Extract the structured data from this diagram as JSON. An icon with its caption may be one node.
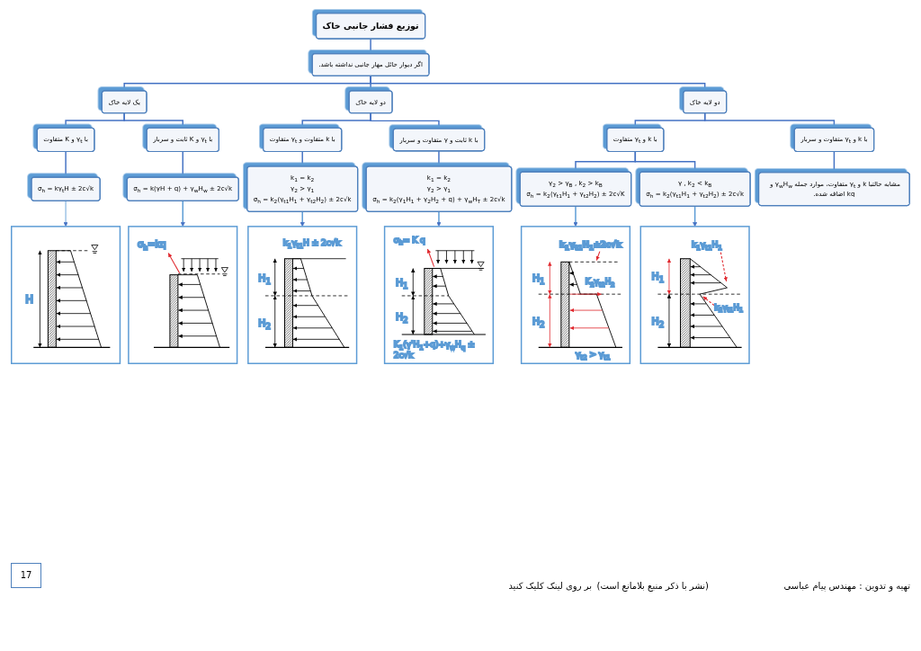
{
  "diagram": {
    "nodes": [
      {
        "text": [
          "توزیع فشار جانبی خاک"
        ]
      },
      {
        "text": [
          "اگر دیوار حائل مهار جانبی نداشته باشد."
        ]
      },
      {
        "text": [
          "یک لایه خاک"
        ]
      },
      {
        "text": [
          "دو لایه خاک"
        ]
      },
      {
        "text": [
          "دو لایه خاک"
        ]
      },
      {
        "text": [
          "با γ$_{t}$ و K متفاوت"
        ]
      },
      {
        "text": [
          "با γ$_{t}$ و K ثابت و سربار"
        ]
      },
      {
        "text": [
          "با k متفاوت و γ$_{t}$ متفاوت"
        ]
      },
      {
        "text": [
          "با k ثابت و γ متفاوت و سربار"
        ]
      },
      {
        "text": [
          "با k و γ$_{t}$ متفاوت"
        ]
      },
      {
        "text": [
          "با k و γ$_{t}$ متفاوت و سربار"
        ]
      },
      {
        "text": [
          "σ$_{h}$ = kγ$_{t}$H ± 2c√k"
        ]
      },
      {
        "text": [
          "σ$_{h}$ = k(γH + q) + γ$_{w}$H$_{w}$ ± 2c√k"
        ]
      },
      {
        "text": [
          "k$_{1}$ = k$_{2}$",
          "γ$_{2}$ > γ$_{1}$",
          "σ$_{h}$ = k$_{2}$(γ$_{t1}$H$_{1}$ + γ$_{t2}$H$_{2}$) ± 2c√k"
        ]
      },
      {
        "text": [
          "k$_{1}$ = k$_{2}$",
          "γ$_{2}$ > γ$_{1}$",
          "σ$_{h}$ = k$_{2}$(γ$_{1}$H$_{1}$ + γ$_{2}$H$_{2}$ + q) + γ$_{w}$H$_{T}$ ± 2c√k"
        ]
      },
      {
        "text": [
          "γ$_{2}$ > γ$_{B}$ , k$_{2}$ > k$_{B}$",
          "σ$_{h}$ = k$_{2}$(γ$_{t1}$H$_{1}$ + γ$_{t2}$H$_{2}$) ± 2c√K"
        ]
      },
      {
        "text": [
          "γ , k$_{2}$ < k$_{B}$",
          "σ$_{h}$ = k$_{2}$(γ$_{t1}$H$_{1}$ + γ$_{t2}$H$_{2}$) ± 2c√k"
        ]
      },
      {
        "text": [
          "مشابه حالتبا k و γ$_{t}$ متفاوت، موارد جمله γ$_{w}$H$_{w}$ و kq اضافه شده."
        ]
      },
      {
        "text": [],
        "shape": "picture"
      },
      {
        "text": [],
        "shape": "picture"
      },
      {
        "text": [],
        "shape": "picture"
      },
      {
        "text": [],
        "shape": "picture"
      },
      {
        "text": [],
        "shape": "picture"
      },
      {
        "text": [],
        "shape": "picture"
      }
    ],
    "edges": [
      {
        "from": 0,
        "to": 1,
        "arrow": "none"
      },
      {
        "from": 1,
        "to": 2,
        "arrow": "none"
      },
      {
        "from": 1,
        "to": 3,
        "arrow": "none"
      },
      {
        "from": 1,
        "to": 4,
        "arrow": "none"
      },
      {
        "from": 2,
        "to": 5,
        "arrow": "none"
      },
      {
        "from": 2,
        "to": 6,
        "arrow": "none"
      },
      {
        "from": 3,
        "to": 7,
        "arrow": "none"
      },
      {
        "from": 3,
        "to": 8,
        "arrow": "none"
      },
      {
        "from": 4,
        "to": 9,
        "arrow": "none"
      },
      {
        "from": 4,
        "to": 10,
        "arrow": "none"
      },
      {
        "from": 5,
        "to": 11,
        "arrow": "none"
      },
      {
        "from": 6,
        "to": 12,
        "arrow": "none"
      },
      {
        "from": 7,
        "to": 13,
        "arrow": "none"
      },
      {
        "from": 8,
        "to": 14,
        "arrow": "none"
      },
      {
        "from": 9,
        "to": 15,
        "arrow": "none"
      },
      {
        "from": 9,
        "to": 16,
        "arrow": "none"
      },
      {
        "from": 10,
        "to": 17,
        "arrow": "none"
      },
      {
        "from": 11,
        "to": 18,
        "arrow": "to",
        "color": "#9dc3e6"
      },
      {
        "from": 12,
        "to": 19,
        "arrow": "to",
        "color": "#5b9bd5"
      },
      {
        "from": 13,
        "to": 20,
        "arrow": "to",
        "color": "#5b9bd5"
      },
      {
        "from": 14,
        "to": 21,
        "arrow": "to",
        "color": "#5b9bd5"
      },
      {
        "from": 15,
        "to": 22,
        "arrow": "to",
        "color": "#5b9bd5"
      },
      {
        "from": 16,
        "to": 23,
        "arrow": "to",
        "color": "#5b9bd5"
      }
    ],
    "labels": [
      "H",
      "σ$_{h}$=kq",
      "H$_{1}$",
      "k$_{1}$γ$_{t1}$H ± 2c√k",
      "H$_{2}$",
      "σ$_{h}$= K q",
      "H$_{1}$",
      "K$_{1}$(γ'H$_{1}$+q)+γ$_{w}$H$_{q}$ ± 2c√k",
      "H$_{2}$",
      "H$_{1}$",
      "k$_{1}$γ$_{t1}$H$_{1}$±2c√k",
      "K$_{2}$γ$_{t2}$H$_{2}$",
      "H$_{2}$",
      "γ$_{t2}$ > γ$_{t1}$",
      "H$_{1}$",
      "k$_{1}$γ$_{t1}$H$_{1}$",
      "k$_{2}$γ$_{t1}$H$_{1}$",
      "H$_{2}$",
      "17",
      "تهیه و تدوین : مهندس پیام عباسی",
      "(نشر با ذکر منبع بلامانع است)",
      "بر روی لینک کلیک کنید"
    ]
  }
}
